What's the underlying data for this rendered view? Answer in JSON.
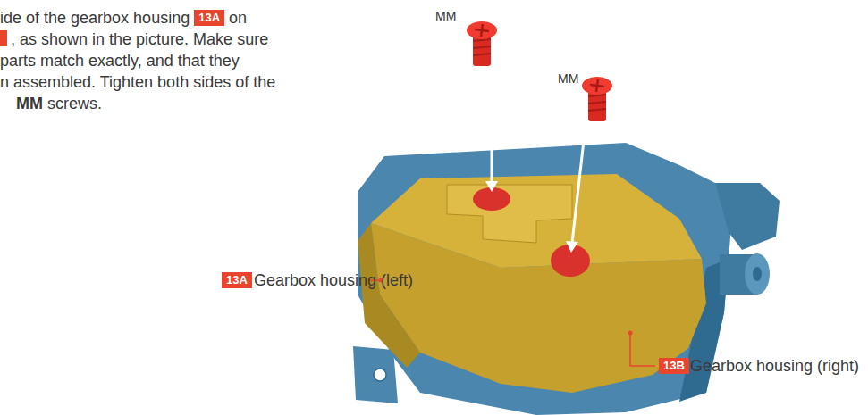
{
  "diagram": {
    "labels": [
      "ide of the gearbox housing",
      "13A",
      "on",
      ", as shown in the picture. Make sure",
      "parts match exactly, and that they",
      "n assembled. Tighten both sides of the",
      "MM",
      "screws.",
      "MM",
      "MM",
      "13A",
      "Gearbox housing (left)",
      "13B",
      "Gearbox housing (right)"
    ]
  }
}
